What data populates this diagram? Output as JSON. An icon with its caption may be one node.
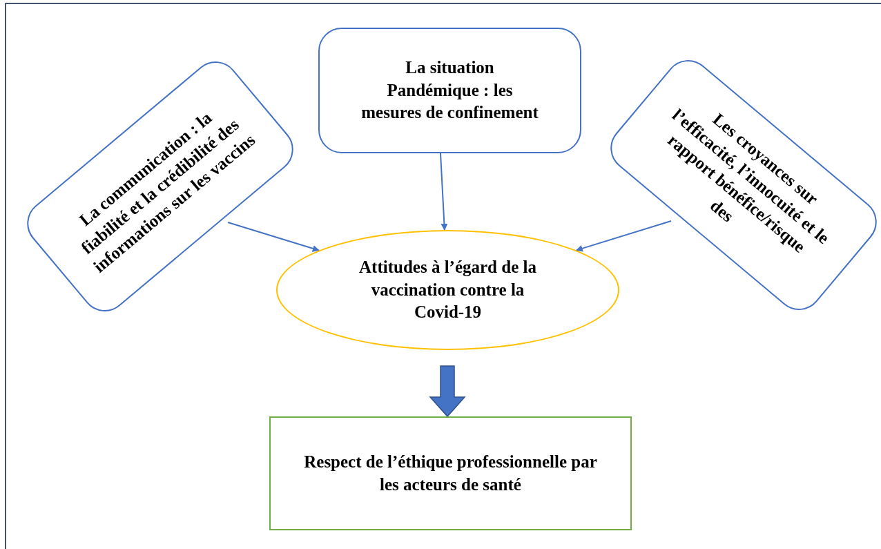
{
  "diagram": {
    "nodes": [
      {
        "text": [
          "La situation Pandémique : les mesures de confinement"
        ]
      },
      {
        "text": [
          "La communication : la fiabilité et la crédibilité des informations sur les vaccins"
        ]
      },
      {
        "text": [
          "Les croyances sur l’efficacité, l’innocuité et le rapport bénéfice/risque des"
        ]
      },
      {
        "text": [
          "Attitudes à l’égard de la vaccination contre la Covid-19"
        ]
      },
      {
        "text": [
          "Respect de l’éthique professionnelle par les acteurs de santé"
        ]
      }
    ],
    "edges": [
      {
        "from": 1,
        "to": 3,
        "arrow": "to"
      },
      {
        "from": 0,
        "to": 3,
        "arrow": "to"
      },
      {
        "from": 2,
        "to": 3,
        "arrow": "to"
      },
      {
        "from": 3,
        "to": 4,
        "arrow": "to",
        "style": "thick"
      }
    ]
  }
}
